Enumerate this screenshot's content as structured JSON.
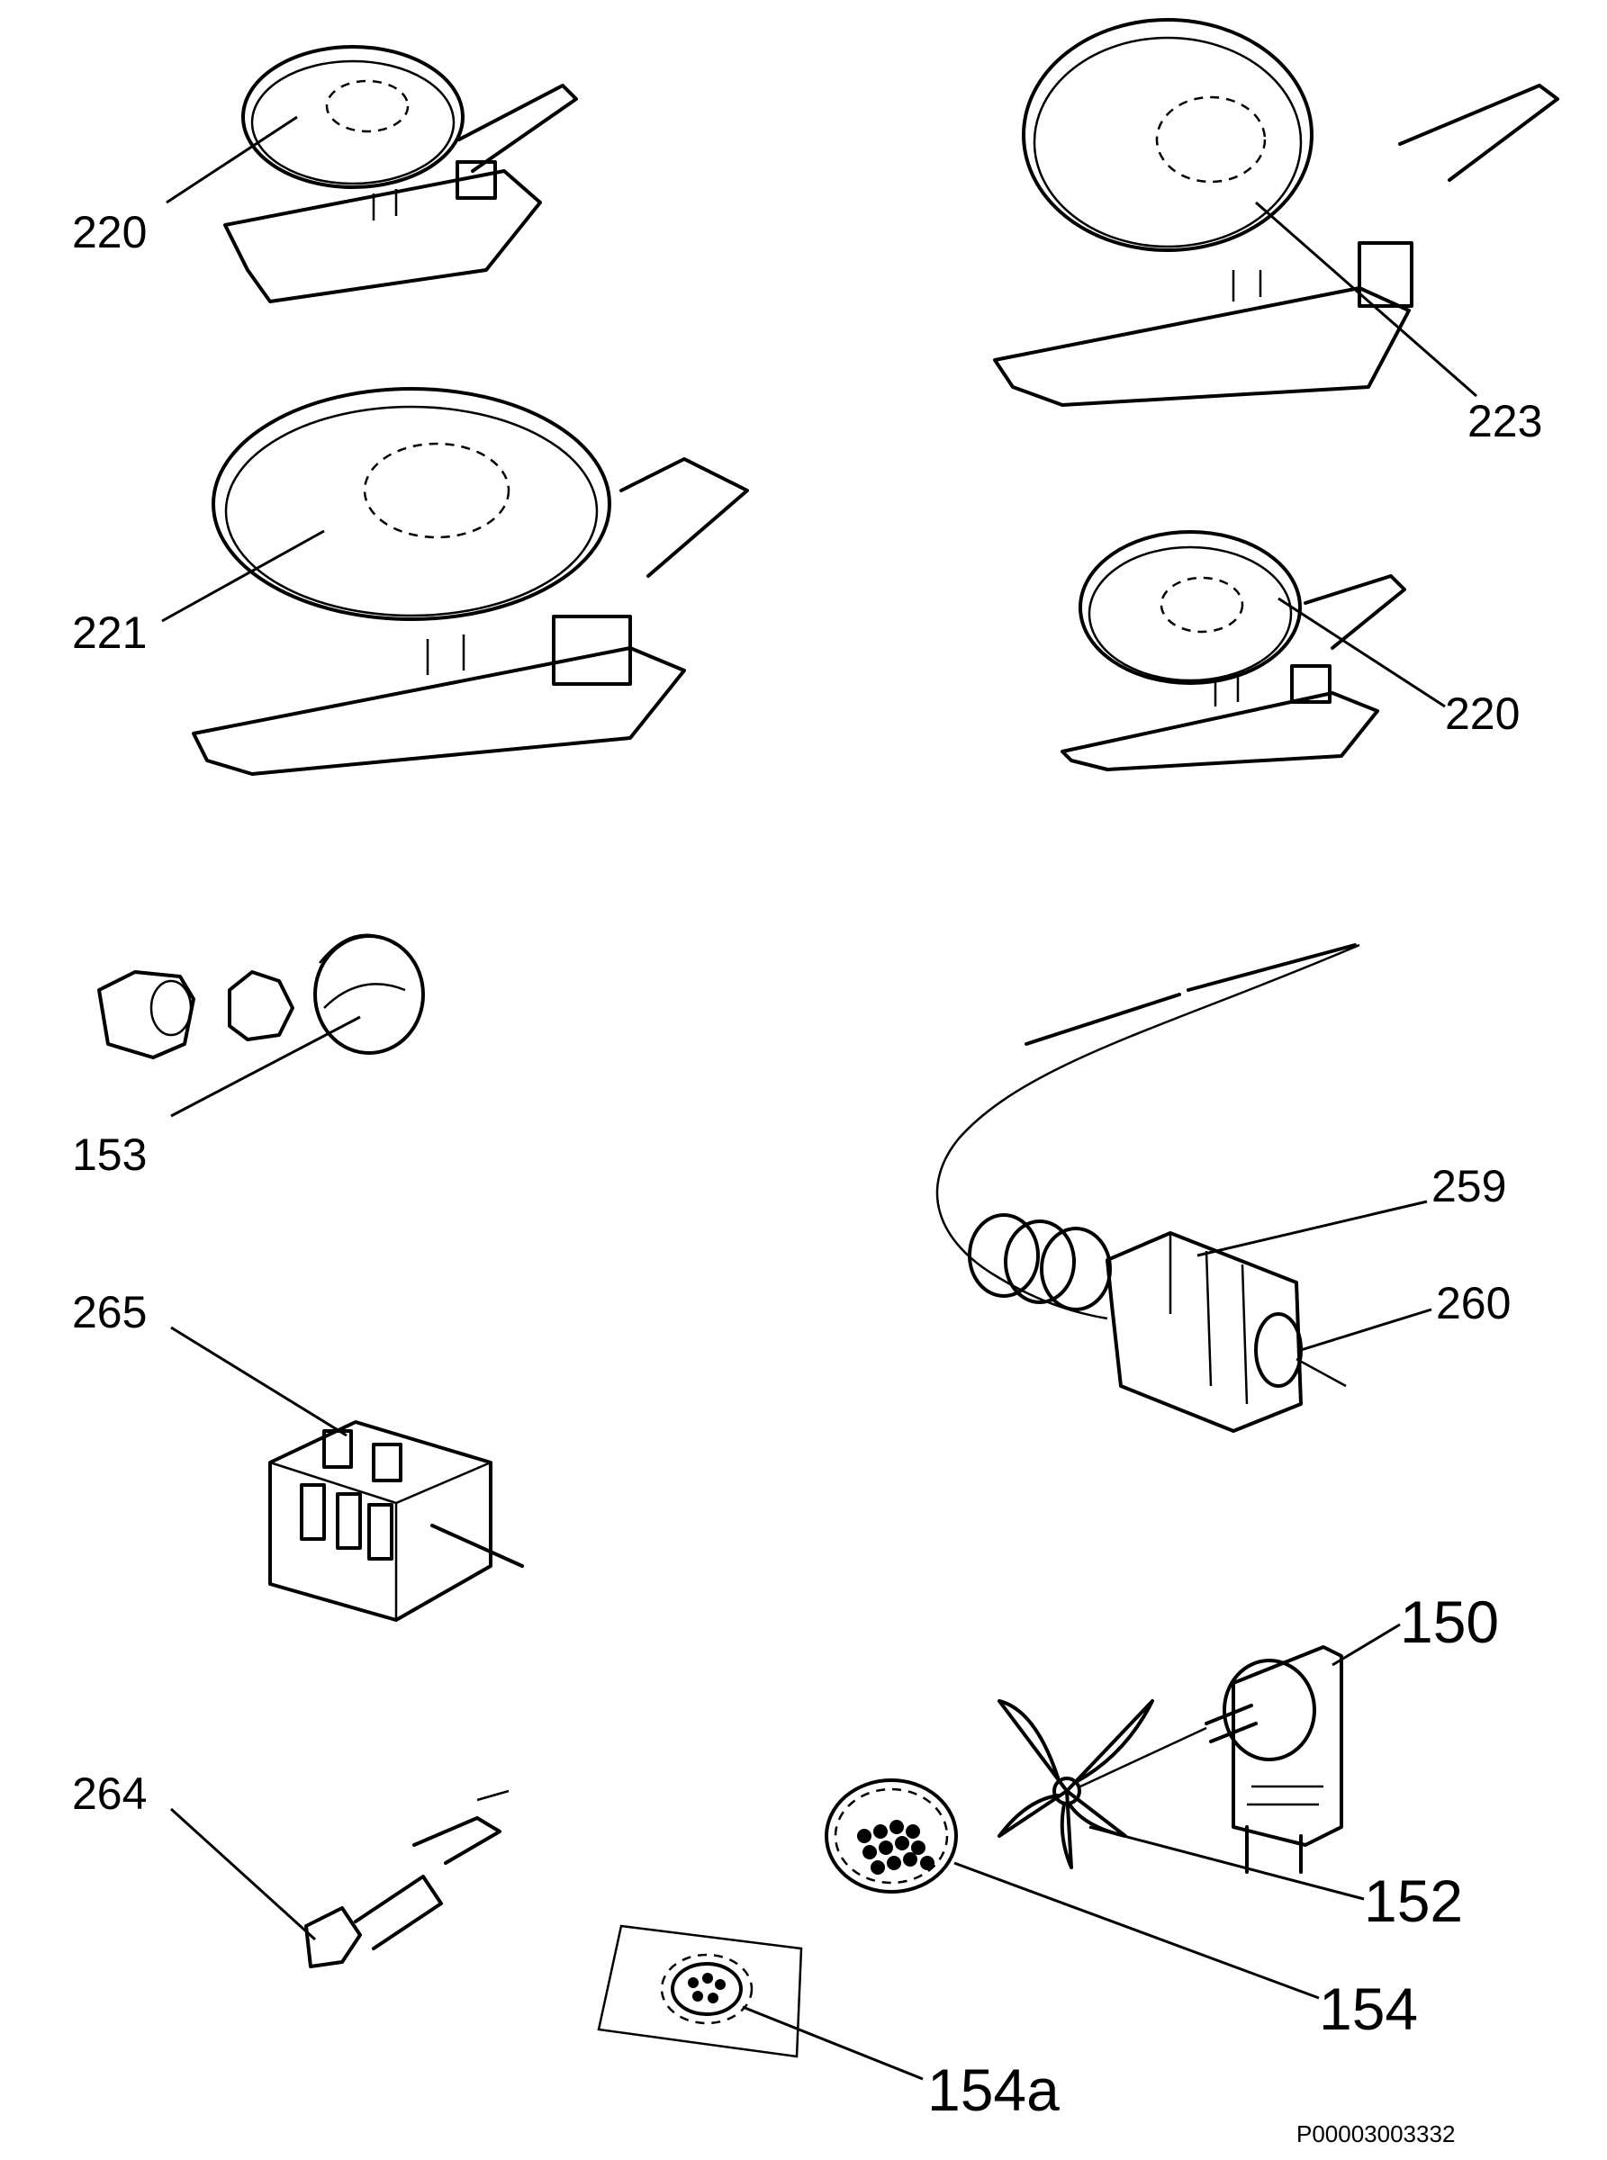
{
  "labels": {
    "hob_220_top": "220",
    "hob_223": "223",
    "hob_221": "221",
    "hob_220_right": "220",
    "lamp_153": "153",
    "thermostat_259": "259",
    "thermostat_260": "260",
    "switch_265": "265",
    "motor_150": "150",
    "fan_152": "152",
    "ignitor_264": "264",
    "filter_154": "154",
    "filter_154a": "154a",
    "doc_code": "P00003003332"
  }
}
